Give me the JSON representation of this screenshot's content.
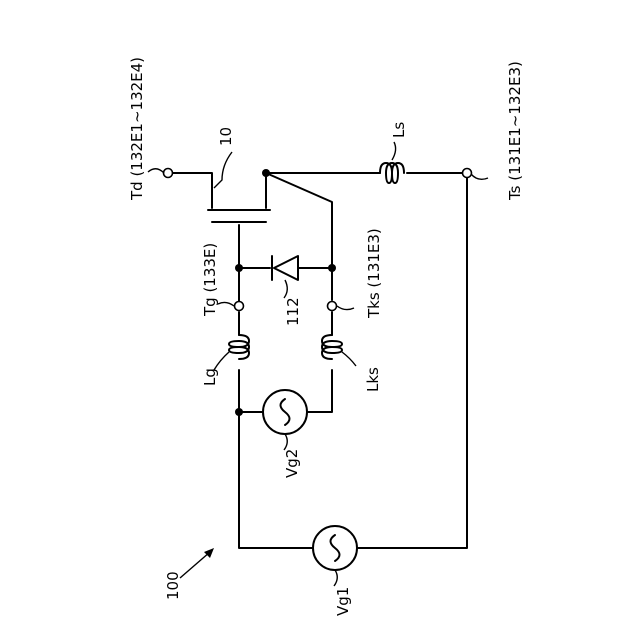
{
  "figure_ref": "100",
  "element_ref": "10",
  "diode_ref": "112",
  "terminals": {
    "drain": "Td (132E1~132E4)",
    "source": "Ts (131E1~132E3)",
    "gate": "Tg (133E)",
    "kelvin_source": "Tks (131E3)"
  },
  "inductors": {
    "source": "Ls",
    "gate": "Lg",
    "kelvin_source": "Lks"
  },
  "sources": {
    "main": "Vg1",
    "gate": "Vg2"
  }
}
